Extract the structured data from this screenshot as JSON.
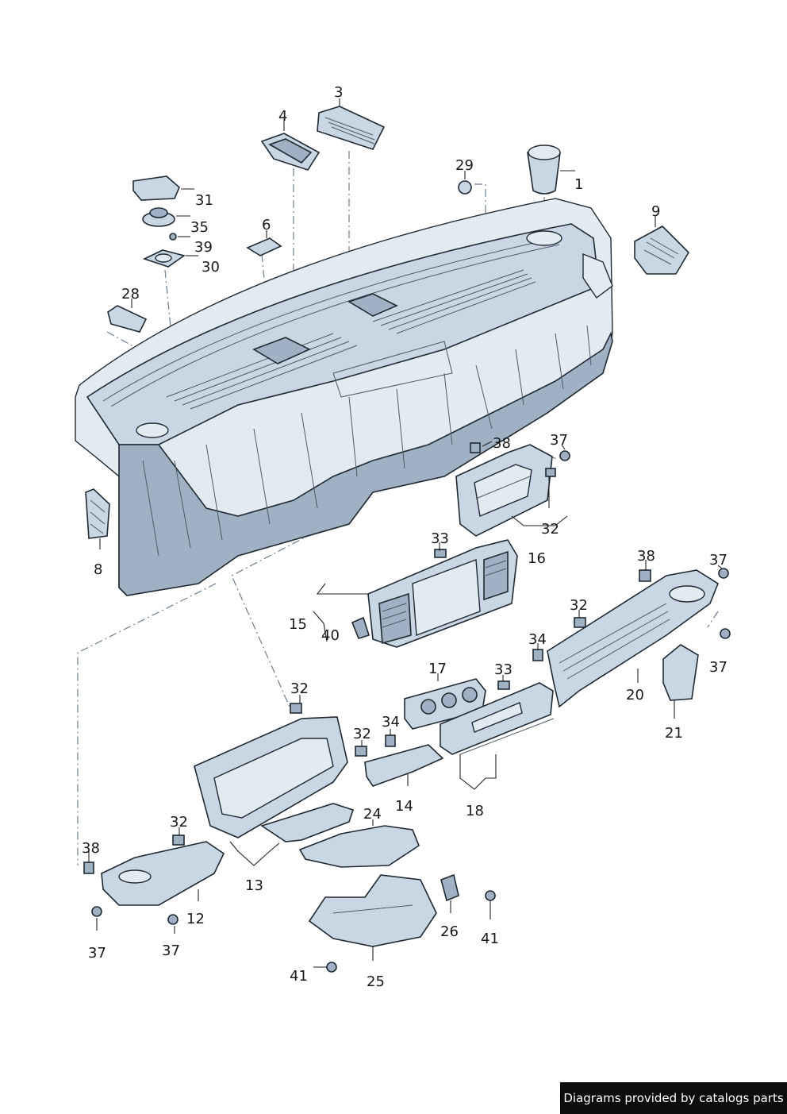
{
  "labels": {
    "p1": "1",
    "p3": "3",
    "p4": "4",
    "p6": "6",
    "p8": "8",
    "p9": "9",
    "p12": "12",
    "p13": "13",
    "p14": "14",
    "p15": "15",
    "p16": "16",
    "p17": "17",
    "p18": "18",
    "p20": "20",
    "p21": "21",
    "p24": "24",
    "p25": "25",
    "p26": "26",
    "p28": "28",
    "p29": "29",
    "p30": "30",
    "p31": "31",
    "p32a": "32",
    "p32b": "32",
    "p32c": "32",
    "p32d": "32",
    "p32e": "32",
    "p33a": "33",
    "p33b": "33",
    "p34a": "34",
    "p34b": "34",
    "p35": "35",
    "p37a": "37",
    "p37b": "37",
    "p37c": "37",
    "p37d": "37",
    "p37e": "37",
    "p38a": "38",
    "p38b": "38",
    "p38c": "38",
    "p39": "39",
    "p40": "40",
    "p41a": "41",
    "p41b": "41"
  },
  "watermark": "Diagrams provided by catalogs parts"
}
